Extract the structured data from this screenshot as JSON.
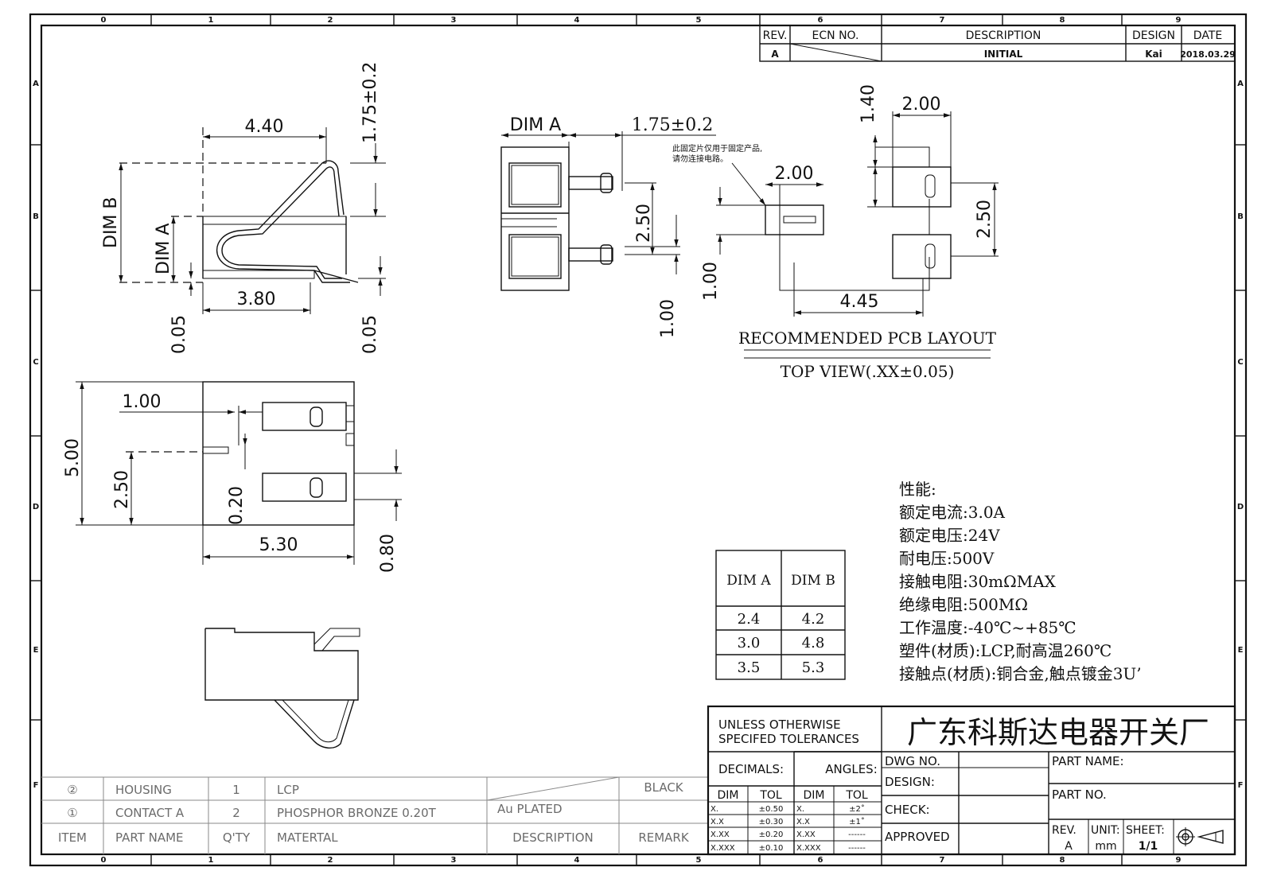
{
  "frame": {
    "zones_top": [
      "0",
      "1",
      "2",
      "3",
      "4",
      "5",
      "6",
      "7",
      "8",
      "9"
    ],
    "zones_side": [
      "A",
      "B",
      "C",
      "D",
      "E",
      "F"
    ]
  },
  "revision_block": {
    "headers": {
      "rev": "REV.",
      "ecn": "ECN NO.",
      "description": "DESCRIPTION",
      "design": "DESIGN",
      "date": "DATE"
    },
    "row": {
      "rev": "A",
      "description": "INITIAL",
      "design": "Kai",
      "date": "2018.03.29"
    }
  },
  "side_view": {
    "dims": {
      "width_top": "4.40",
      "height_top": "1.75±0.2",
      "dim_b": "DIM B",
      "dim_a": "DIM A",
      "bottom_length": "3.80",
      "gap_left": "0.05",
      "gap_right": "0.05"
    }
  },
  "end_view": {
    "dims": {
      "dim_a": "DIM A",
      "offset": "1.75±0.2",
      "pitch": "2.50",
      "spacing": "1.00"
    }
  },
  "pcb_layout": {
    "note_line1": "此固定片仅用于固定产品,",
    "note_line2": "请勿连接电路。",
    "dims": {
      "pad_height": "1.40",
      "pad_width_top": "2.00",
      "pad_width_left": "2.00",
      "pitch": "2.50",
      "pad_h_left": "1.00",
      "span": "4.45"
    },
    "title": "RECOMMENDED PCB LAYOUT",
    "subtitle": "TOP VIEW(.XX±0.05)"
  },
  "top_view": {
    "dims": {
      "offset": "1.00",
      "height": "5.00",
      "pitch": "2.50",
      "gap": "0.20",
      "width": "5.30",
      "pin": "0.80"
    }
  },
  "dim_table": {
    "headers": [
      "DIM A",
      "DIM B"
    ],
    "rows": [
      [
        "2.4",
        "4.2"
      ],
      [
        "3.0",
        "4.8"
      ],
      [
        "3.5",
        "5.3"
      ]
    ]
  },
  "specs": {
    "title": "性能:",
    "lines": [
      "额定电流:3.0A",
      "额定电压:24V",
      "耐电压:500V",
      "接触电阻:30mΩMAX",
      "绝缘电阻:500MΩ",
      "工作温度:-40℃~+85℃",
      "塑件(材质):LCP,耐高温260℃",
      "接触点(材质):铜合金,触点镀金3U’"
    ]
  },
  "bom": {
    "rows": [
      {
        "item": "②",
        "part_name": "HOUSING",
        "qty": "1",
        "material": "LCP",
        "description": "",
        "remark": "BLACK"
      },
      {
        "item": "①",
        "part_name": "CONTACT A",
        "qty": "2",
        "material": "PHOSPHOR BRONZE 0.20T",
        "description": "Au PLATED",
        "remark": ""
      }
    ],
    "header": {
      "item": "ITEM",
      "part_name": "PART NAME",
      "qty": "Q'TY",
      "material": "MATERTAL",
      "description": "DESCRIPTION",
      "remark": "REMARK"
    }
  },
  "title_block": {
    "tolerance_line1": "UNLESS OTHERWISE",
    "tolerance_line2": "SPECIFED TOLERANCES",
    "decimals": "DECIMALS:",
    "angles": "ANGLES:",
    "dim": "DIM",
    "tol": "TOL",
    "decimal_rows": [
      [
        "X.",
        "±0.50"
      ],
      [
        "X.X",
        "±0.30"
      ],
      [
        "X.XX",
        "±0.20"
      ],
      [
        "X.XXX",
        "±0.10"
      ]
    ],
    "angle_rows": [
      [
        "X.",
        "±2˚"
      ],
      [
        "X.X",
        "±1˚"
      ],
      [
        "X.XX",
        "------"
      ],
      [
        "X.XXX",
        "------"
      ]
    ],
    "company": "广东科斯达电器开关厂",
    "dwg_no": "DWG NO.",
    "design": "DESIGN:",
    "check": "CHECK:",
    "approved": "APPROVED",
    "part_name": "PART NAME:",
    "part_no": "PART NO.",
    "rev_label": "REV.",
    "rev_value": "A",
    "unit_label": "UNIT:",
    "unit_value": "mm",
    "sheet_label": "SHEET:",
    "sheet_value": "1/1"
  }
}
